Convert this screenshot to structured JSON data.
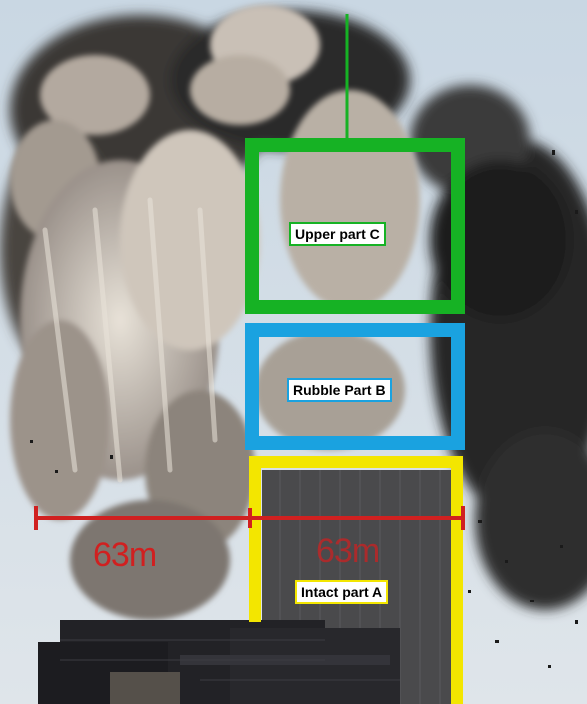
{
  "labels": {
    "upper": "Upper part C",
    "rubble": "Rubble Part B",
    "intact": "Intact part A"
  },
  "measurements": {
    "left": "63m",
    "right": "63m"
  },
  "colors": {
    "upper_box": "#16b224",
    "rubble_box": "#1aa2e0",
    "intact_box": "#f3e600",
    "measure_line": "#d02020",
    "sky": "#cdd9e2",
    "dark_smoke": "#2a2a2a"
  }
}
